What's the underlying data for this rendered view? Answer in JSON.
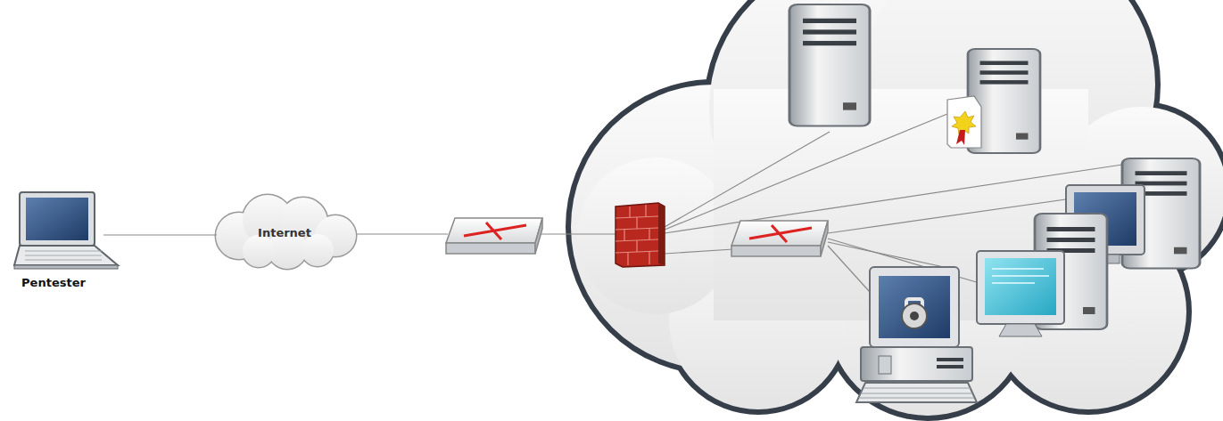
{
  "diagram": {
    "nodes": [
      {
        "text": [
          "Pentester"
        ]
      },
      {
        "text": [
          "Internet"
        ]
      }
    ],
    "edges": [
      {
        "from": 0,
        "to": 1,
        "arrow": "none"
      }
    ]
  }
}
